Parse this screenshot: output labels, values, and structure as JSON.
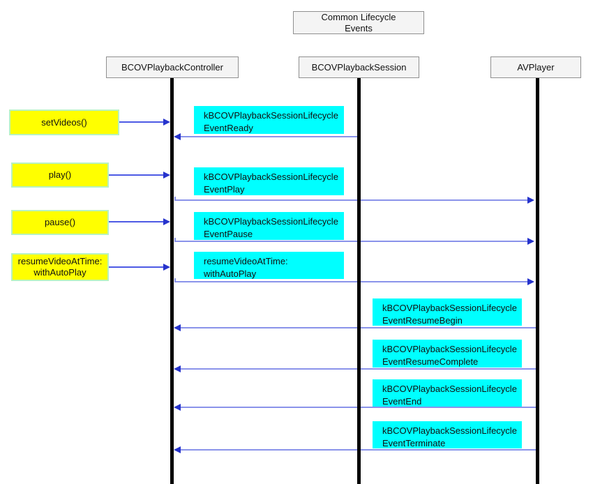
{
  "title": {
    "lines": [
      "Common Lifecycle",
      "Events"
    ]
  },
  "lifelines": [
    {
      "label": "BCOVPlaybackController"
    },
    {
      "label": "BCOVPlaybackSession"
    },
    {
      "label": "AVPlayer"
    }
  ],
  "calls": [
    {
      "lines": [
        "setVideos()"
      ]
    },
    {
      "lines": [
        "play()"
      ]
    },
    {
      "lines": [
        "pause()"
      ]
    },
    {
      "lines": [
        "resumeVideoAtTime:",
        "withAutoPlay"
      ]
    }
  ],
  "events": [
    {
      "lines": [
        "kBCOVPlaybackSessionLifecycle",
        "EventReady"
      ]
    },
    {
      "lines": [
        "kBCOVPlaybackSessionLifecycle",
        "EventPlay"
      ]
    },
    {
      "lines": [
        "kBCOVPlaybackSessionLifecycle",
        "EventPause"
      ]
    },
    {
      "lines": [
        "resumeVideoAtTime:",
        "withAutoPlay"
      ]
    },
    {
      "lines": [
        "kBCOVPlaybackSessionLifecycle",
        "EventResumeBegin"
      ]
    },
    {
      "lines": [
        "kBCOVPlaybackSessionLifecycle",
        "EventResumeComplete"
      ]
    },
    {
      "lines": [
        "kBCOVPlaybackSessionLifecycle",
        "EventEnd"
      ]
    },
    {
      "lines": [
        "kBCOVPlaybackSessionLifecycle",
        "EventTerminate"
      ]
    }
  ],
  "colors": {
    "call_fill": "#ffff00",
    "call_border": "#b8f2c0",
    "event_fill": "#00ffff",
    "arrow_line": "#8a93ea",
    "arrow_line_dark": "#4d5ae4",
    "arrow_head": "#2633cc",
    "node_fill": "#f4f4f4",
    "node_border": "#8f8f8f",
    "lifeline": "#000000"
  }
}
